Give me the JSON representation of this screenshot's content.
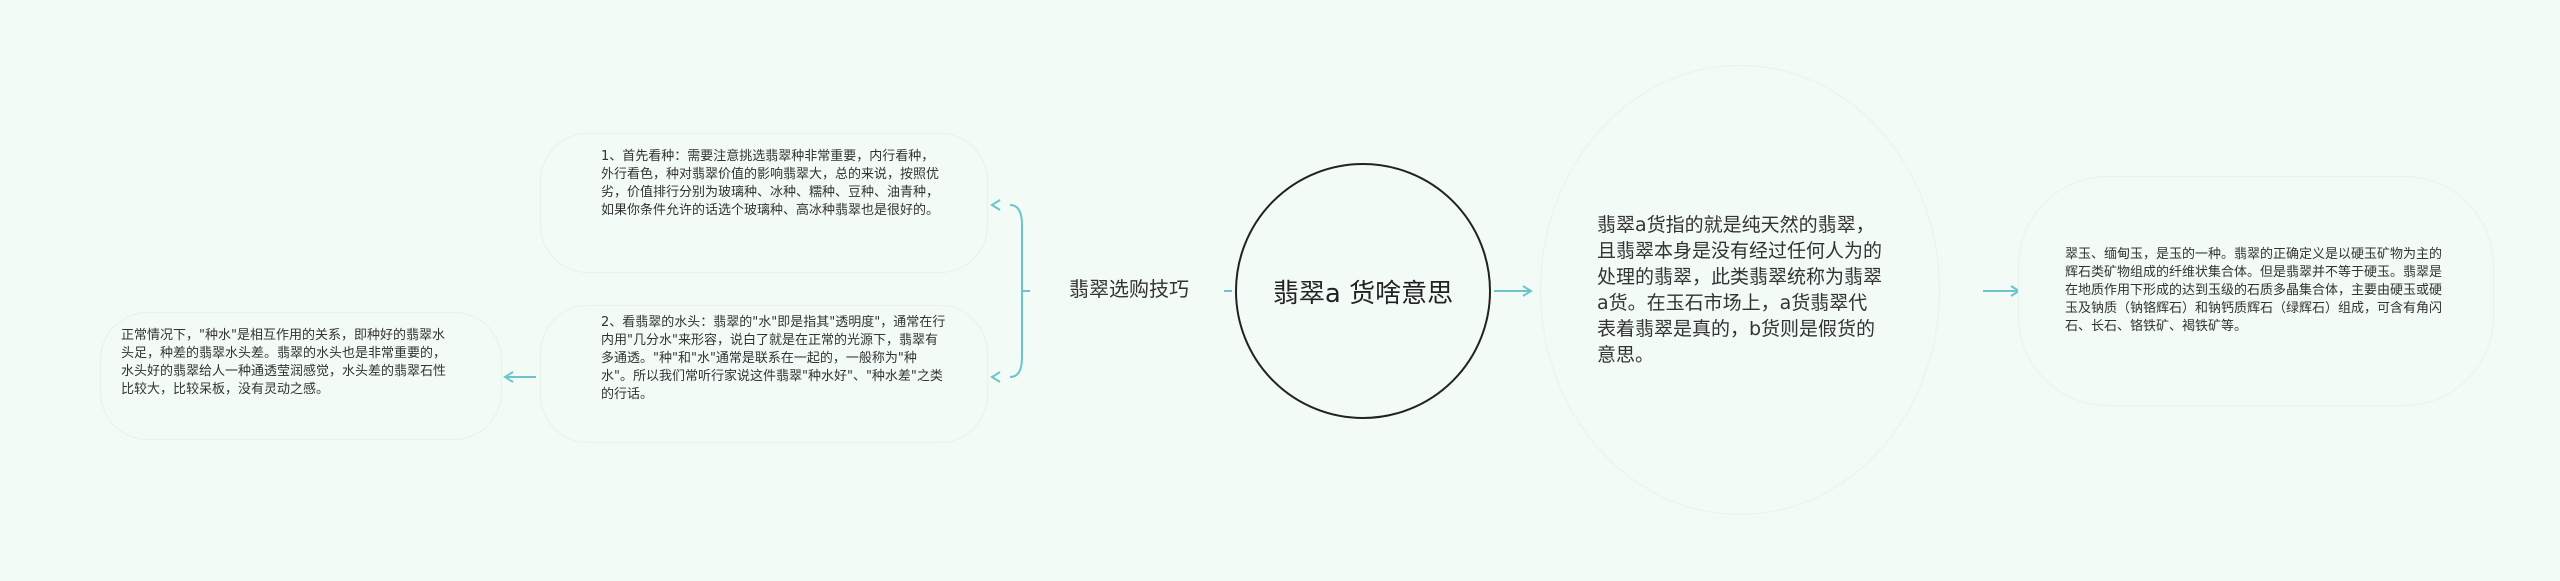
{
  "colors": {
    "background": "#f2fbf5",
    "connector": "#6cc4cc",
    "node_border": "#222222"
  },
  "center": {
    "title": "翡翠a 货啥意思"
  },
  "left_branch": {
    "label": "翡翠选购技巧",
    "children": [
      {
        "text": "1、首先看种：需要注意挑选翡翠种非常重要，内行看种，外行看色，种对翡翠价值的影响翡翠大，总的来说，按照优劣，价值排行分别为玻璃种、冰种、糯种、豆种、油青种，如果你条件允许的话选个玻璃种、高冰种翡翠也是很好的。"
      },
      {
        "text": "2、看翡翠的水头：翡翠的\"水\"即是指其\"透明度\"，通常在行内用\"几分水\"来形容，说白了就是在正常的光源下，翡翠有多通透。\"种\"和\"水\"通常是联系在一起的，一般称为\"种水\"。所以我们常听行家说这件翡翠\"种水好\"、\"种水差\"之类的行话。",
        "child": {
          "text": "正常情况下，\"种水\"是相互作用的关系，即种好的翡翠水头足，种差的翡翠水头差。翡翠的水头也是非常重要的，水头好的翡翠给人一种通透莹润感觉，水头差的翡翠石性比较大，比较呆板，没有灵动之感。"
        }
      }
    ]
  },
  "right_branch": {
    "text": "翡翠a货指的就是纯天然的翡翠，且翡翠本身是没有经过任何人为的处理的翡翠，此类翡翠统称为翡翠a货。在玉石市场上，a货翡翠代表着翡翠是真的，b货则是假货的意思。",
    "child": {
      "text": "翠玉、缅甸玉，是玉的一种。翡翠的正确定义是以硬玉矿物为主的辉石类矿物组成的纤维状集合体。但是翡翠并不等于硬玉。翡翠是在地质作用下形成的达到玉级的石质多晶集合体，主要由硬玉或硬玉及钠质（钠铬辉石）和钠钙质辉石（绿辉石）组成，可含有角闪石、长石、铬铁矿、褐铁矿等。"
    }
  }
}
